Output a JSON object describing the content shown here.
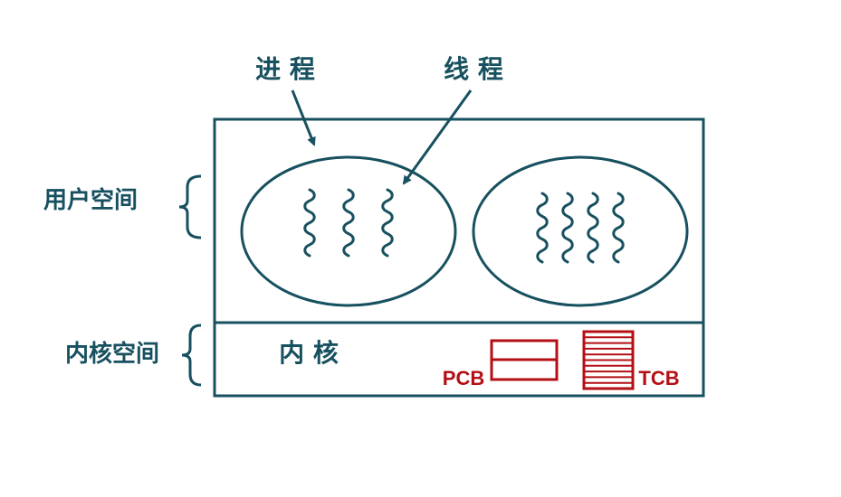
{
  "colors": {
    "primary": "#17505f",
    "accent": "#b30f14",
    "background": "#ffffff"
  },
  "labels": {
    "process": "进 程",
    "thread": "线 程",
    "user_space": "用户空间",
    "kernel_space": "内核空间",
    "kernel": "内 核",
    "pcb": "PCB",
    "tcb": "TCB"
  },
  "processes": [
    {
      "thread_count": 3
    },
    {
      "thread_count": 4
    }
  ],
  "tcb_line_count": 9
}
